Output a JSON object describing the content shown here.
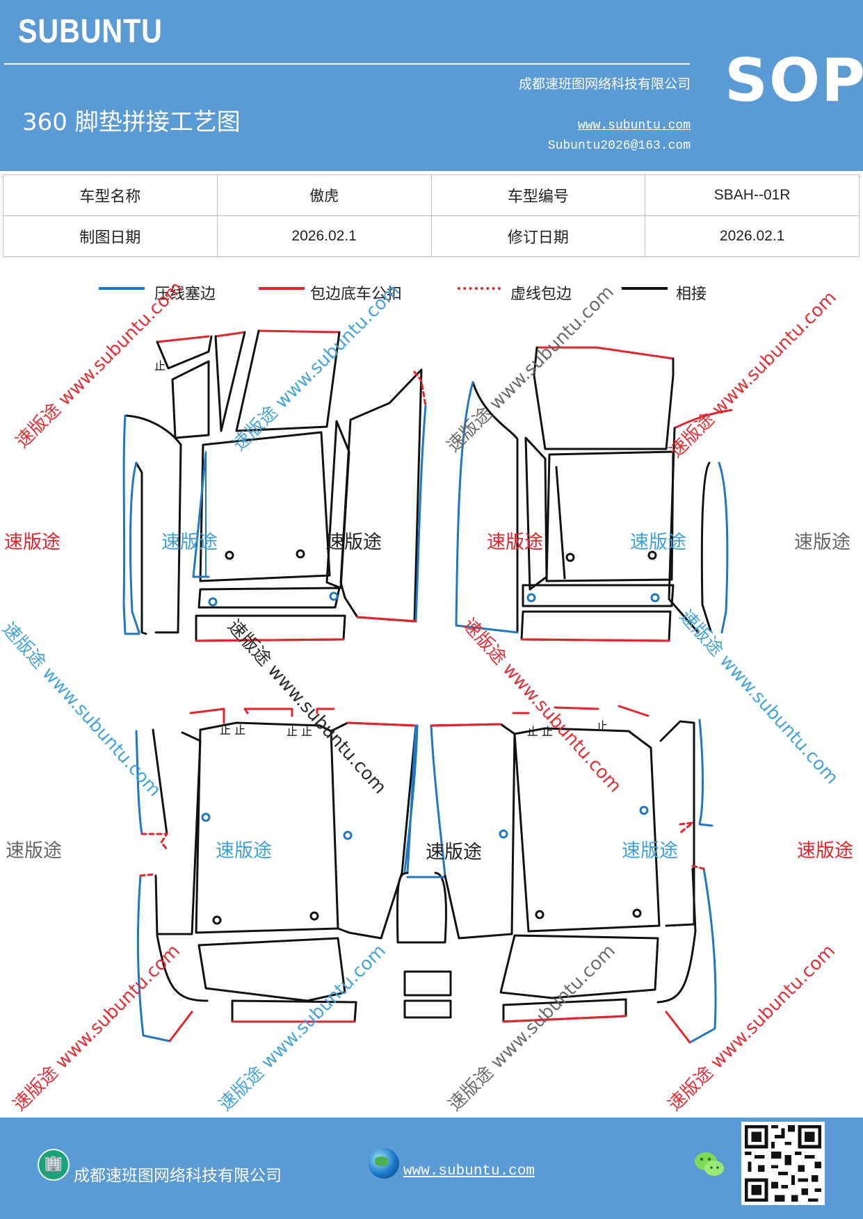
{
  "header": {
    "brand": "SUBUNTU",
    "company": "成都速班图网络科技有限公司",
    "title": "360 脚垫拼接工艺图",
    "url": "www.subuntu.com",
    "email": "Subuntu2026@163.com",
    "badge": "SOP"
  },
  "info": {
    "row1": {
      "k1": "车型名称",
      "v1": "傲虎",
      "k2": "车型编号",
      "v2": "SBAH--01R"
    },
    "row2": {
      "k1": "制图日期",
      "v1": "2026.02.1",
      "k2": "修订日期",
      "v2": "2026.02.1"
    }
  },
  "legend": [
    {
      "label": "压线塞边",
      "color": "#1f77c4",
      "style": "solid"
    },
    {
      "label": "包边底车公扣",
      "color": "#e8222a",
      "style": "solid"
    },
    {
      "label": "虚线包边",
      "color": "#e8222a",
      "style": "dotted"
    },
    {
      "label": "相接",
      "color": "#111111",
      "style": "solid"
    }
  ],
  "watermarks": {
    "word": "速版途",
    "diag": "速版途 www.subuntu.com",
    "colors": {
      "red": "#e8222a",
      "blue": "#3da0dc",
      "gray": "#666666",
      "dark": "#222222"
    }
  },
  "footer": {
    "company": "成都速班图网络科技有限公司",
    "url": "www.subuntu.com"
  },
  "icons": [
    "building-icon",
    "globe-icon",
    "wechat-icon",
    "qr-code"
  ]
}
